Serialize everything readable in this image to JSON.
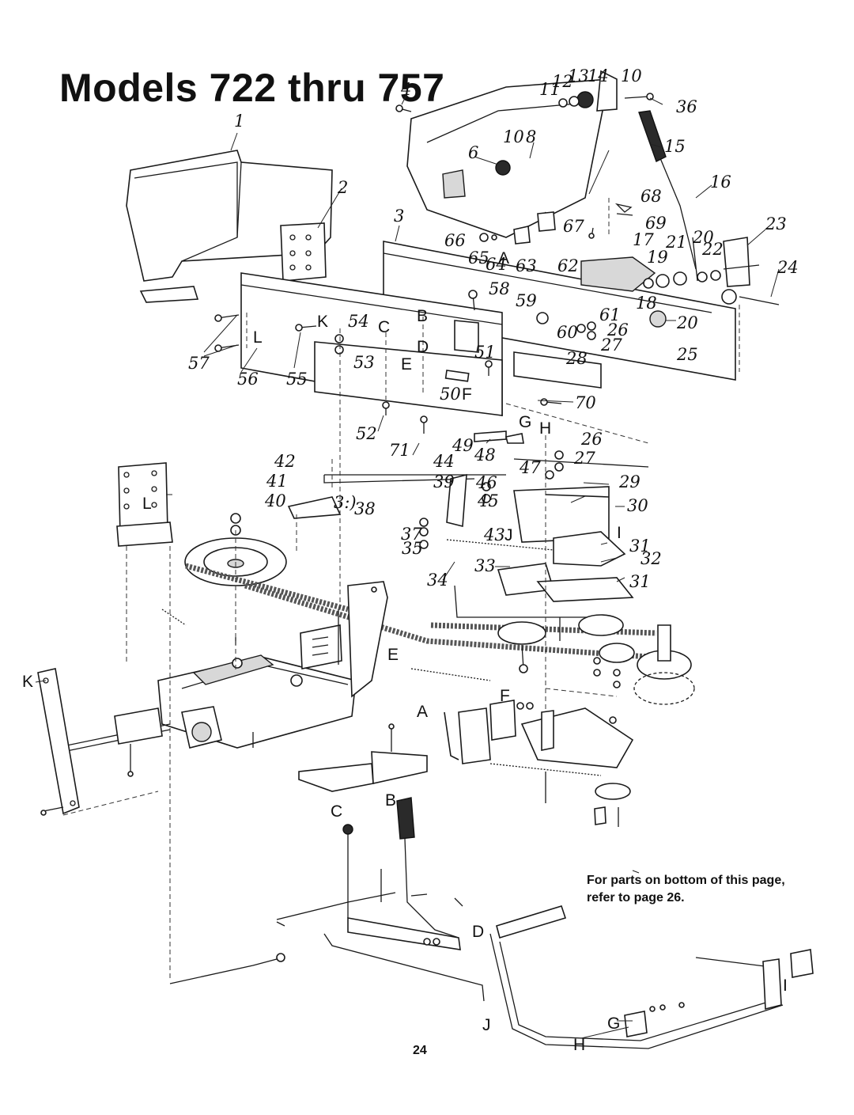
{
  "page": {
    "title": "Models 722 thru 757",
    "note": "For parts on bottom of this page, refer to page 26.",
    "page_number": "24"
  },
  "callouts": {
    "n1": "1",
    "n2": "2",
    "n3": "3",
    "n4": "4",
    "n6": "6",
    "n8": "8",
    "n10a": "10",
    "n10b": "10",
    "n11": "11",
    "n12": "12",
    "n13": "13",
    "n14": "14",
    "n15": "15",
    "n16": "16",
    "n17": "17",
    "n18": "18",
    "n19": "19",
    "n20a": "20",
    "n20b": "20",
    "n21": "21",
    "n22": "22",
    "n23": "23",
    "n24": "24",
    "n25": "25",
    "n26a": "26",
    "n26b": "26",
    "n27a": "27",
    "n27b": "27",
    "n28": "28",
    "n29": "29",
    "n30": "30",
    "n31a": "31",
    "n31b": "31",
    "n32": "32",
    "n33": "33",
    "n34": "34",
    "n35": "35",
    "n36": "36",
    "n37": "37",
    "n38": "38",
    "n39a": "39",
    "n39b": "3:)",
    "n40": "40",
    "n41": "41",
    "n42": "42",
    "n43": "43",
    "n44": "44",
    "n45": "45",
    "n46": "46",
    "n47": "47",
    "n48": "48",
    "n49": "49",
    "n50": "50",
    "n51": "51",
    "n52": "52",
    "n53": "53",
    "n54": "54",
    "n55": "55",
    "n56": "56",
    "n57": "57",
    "n58": "58",
    "n59": "59",
    "n60": "60",
    "n61": "61",
    "n62": "62",
    "n63": "63",
    "n64": "64",
    "n65": "65",
    "n66": "66",
    "n67": "67",
    "n68": "68",
    "n69": "69",
    "n70": "70",
    "n71": "71"
  },
  "letters": {
    "A1": "A",
    "A2": "A",
    "B1": "B",
    "B2": "B",
    "C1": "C",
    "C2": "C",
    "D1": "D",
    "D2": "D",
    "E1": "E",
    "E2": "E",
    "F1": "F",
    "F2": "F",
    "G1": "G",
    "G2": "G",
    "H1": "H",
    "H2": "H",
    "I1": "I",
    "I2": "I",
    "J1": "J",
    "J2": "J",
    "K1": "K",
    "K2": "K",
    "L1": "L",
    "L2": "L"
  }
}
